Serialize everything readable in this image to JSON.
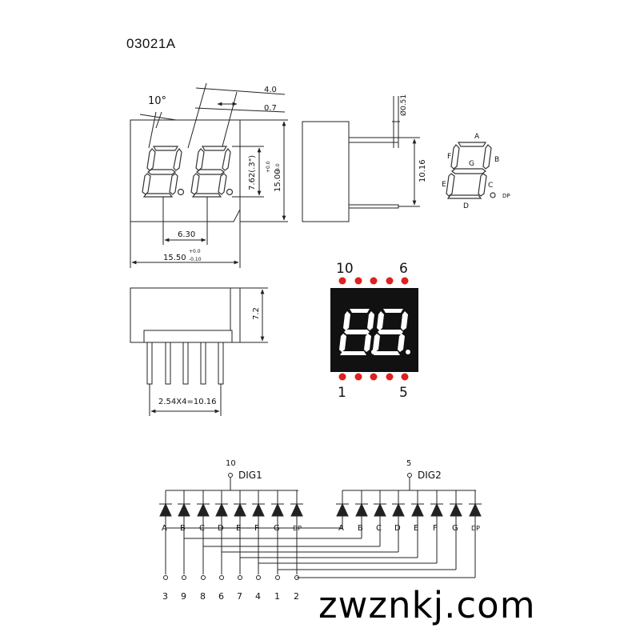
{
  "part_number": "03021A",
  "watermark": "zwznkj.com",
  "colors": {
    "line": "#222222",
    "segment_outline": "#333333",
    "led_body": "#111111",
    "led_segment": "#ffffff",
    "pin_dot": "#e02020"
  },
  "front_view": {
    "angle": "10°",
    "dim_top_1": "4.0",
    "dim_top_2": "0.7",
    "digit_height": "7.62(.3\")",
    "digit_height_tol_plus": "+0.0",
    "digit_height_tol_minus": "-0.0",
    "height": "15.00",
    "height_tol_plus": "+0.0",
    "height_tol_minus": "-0.0",
    "digit_pitch": "6.30",
    "width": "15.50",
    "width_tol_plus": "+0.0",
    "width_tol_minus": "-0.10"
  },
  "side_view": {
    "pin_diameter": "Ø0.51",
    "pin_span": "10.16"
  },
  "bottom_view": {
    "depth": "7.2",
    "pin_pitch": "2.54X4=10.16"
  },
  "segment_legend": {
    "labels": [
      "A",
      "B",
      "C",
      "D",
      "E",
      "F",
      "G"
    ],
    "dp_label": "DP"
  },
  "photo": {
    "top_left_pin": "10",
    "top_right_pin": "6",
    "bottom_left_pin": "1",
    "bottom_right_pin": "5"
  },
  "schematic": {
    "digits": [
      {
        "pin": "10",
        "label": "DIG1"
      },
      {
        "pin": "5",
        "label": "DIG2"
      }
    ],
    "segment_labels": [
      "A",
      "B",
      "C",
      "D",
      "E",
      "F",
      "G",
      "DP"
    ],
    "pin_numbers": [
      "3",
      "9",
      "8",
      "6",
      "7",
      "4",
      "1",
      "2"
    ]
  }
}
